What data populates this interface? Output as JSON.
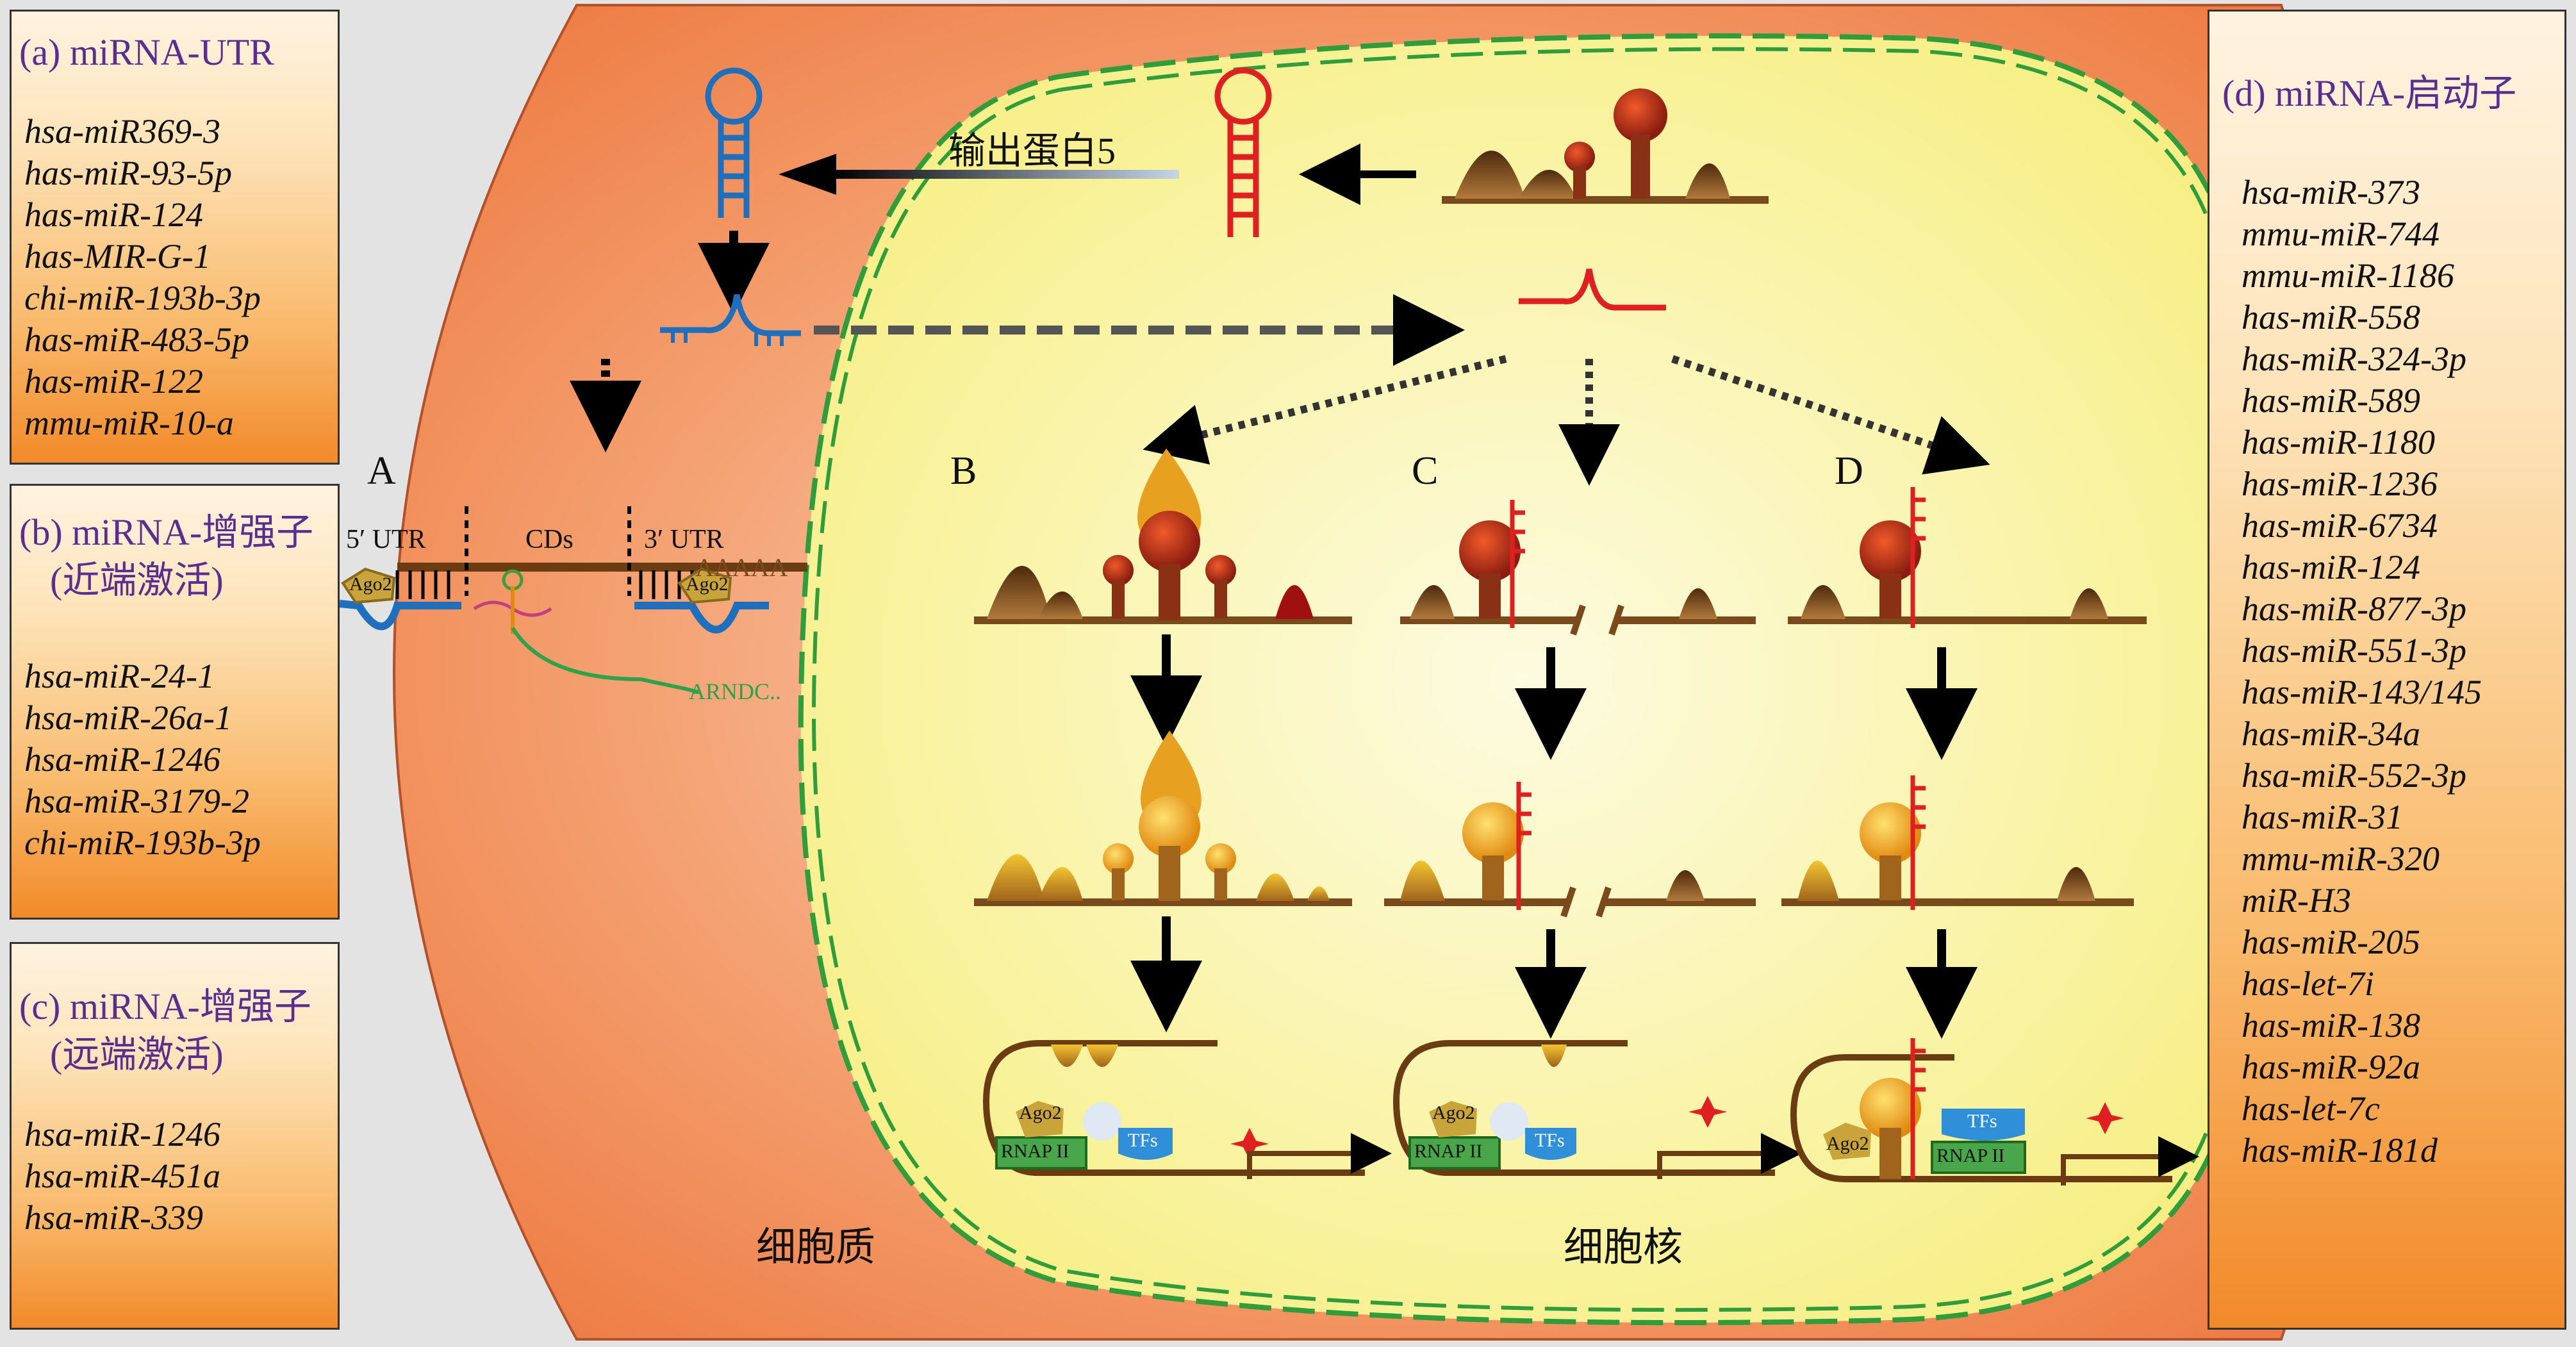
{
  "panels": {
    "a": {
      "title": "(a) miRNA-UTR",
      "items": [
        "hsa-miR369-3",
        "has-miR-93-5p",
        "has-miR-124",
        "has-MIR-G-1",
        "chi-miR-193b-3p",
        "has-miR-483-5p",
        "has-miR-122",
        "mmu-miR-10-a"
      ]
    },
    "b": {
      "title": "(b) miRNA-增强子",
      "subtitle": "(近端激活)",
      "items": [
        "hsa-miR-24-1",
        "hsa-miR-26a-1",
        "hsa-miR-1246",
        "hsa-miR-3179-2",
        "chi-miR-193b-3p"
      ]
    },
    "c": {
      "title": "(c) miRNA-增强子",
      "subtitle": "(远端激活)",
      "items": [
        "hsa-miR-1246",
        "hsa-miR-451a",
        "hsa-miR-339"
      ]
    },
    "d": {
      "title": "(d) miRNA-启动子",
      "items": [
        "hsa-miR-373",
        "mmu-miR-744",
        "mmu-miR-1186",
        "has-miR-558",
        "has-miR-324-3p",
        "has-miR-589",
        "has-miR-1180",
        "has-miR-1236",
        "has-miR-6734",
        "has-miR-124",
        "has-miR-877-3p",
        "has-miR-551-3p",
        "has-miR-143/145",
        "has-miR-34a",
        "hsa-miR-552-3p",
        "has-miR-31",
        "mmu-miR-320",
        "miR-H3",
        "has-miR-205",
        "has-let-7i",
        "has-miR-138",
        "has-miR-92a",
        "has-let-7c",
        "has-miR-181d"
      ]
    }
  },
  "diagram": {
    "exportin": "输出蛋白5",
    "cytoplasm": "细胞质",
    "nucleus": "细胞核",
    "pathway_a": "A",
    "pathway_b": "B",
    "pathway_c": "C",
    "pathway_d": "D",
    "utr5": "5′ UTR",
    "cds": "CDs",
    "utr3": "3′ UTR",
    "polya": "AAAAA",
    "ago2": "Ago2",
    "arndc": "ARNDC..",
    "rnap": "RNAP II",
    "tfs": "TFs"
  },
  "colors": {
    "cytoplasm": "#ef8a5a",
    "nucleus": "#fbf6b0",
    "membrane": "#2e9d3a",
    "mature_mirna": "#1f6fbf",
    "pri_mirna": "#e02020",
    "chromatin": "#7a4a1c",
    "panel_title": "#5a2d91"
  }
}
